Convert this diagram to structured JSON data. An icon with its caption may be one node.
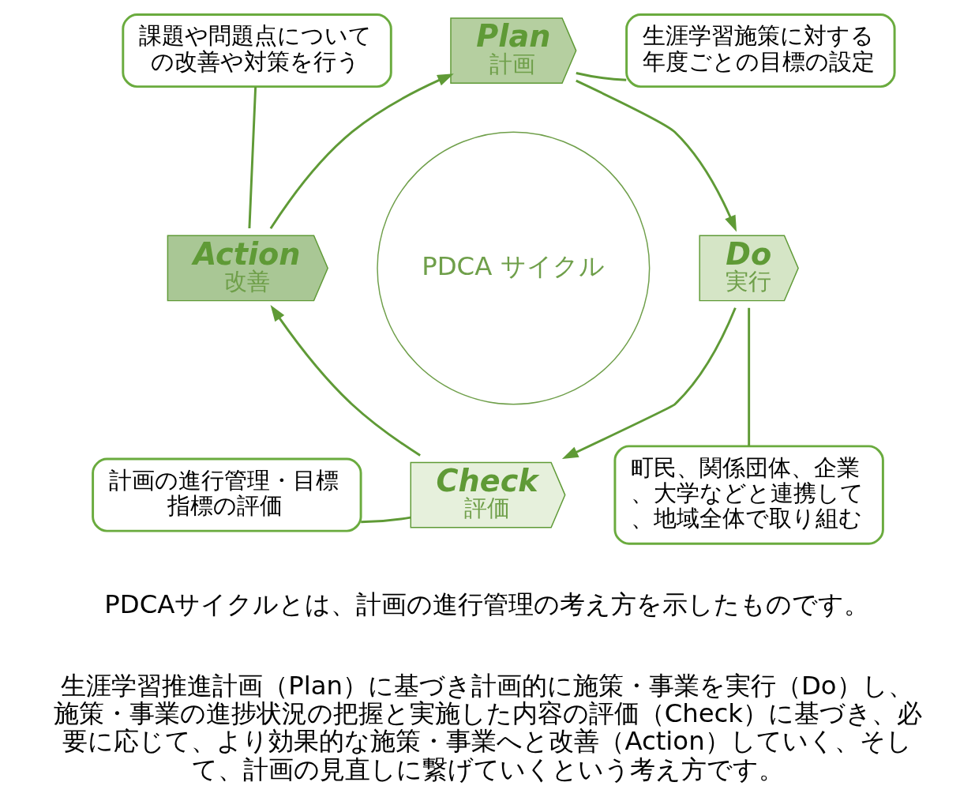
{
  "diagram": {
    "nodes": [
      {
        "text": [
          "課題や問題点についての改善や対策を行う"
        ]
      },
      {
        "text": [
          "生涯学習施策に対する年度ごとの目標の設定"
        ]
      },
      {
        "text": [
          "Plan",
          "計画"
        ]
      },
      {
        "text": [
          "Action",
          "改善"
        ]
      },
      {
        "text": [
          "PDCA サイクル"
        ]
      },
      {
        "text": [
          "Do",
          "実行"
        ]
      },
      {
        "text": [
          "町民、関係団体、企業、大学などと連携して、地域全体で取り組む"
        ]
      },
      {
        "text": [
          "Check",
          "評価"
        ]
      },
      {
        "text": [
          "計画の進行管理・目標指標の評価"
        ]
      }
    ],
    "edges": [
      {
        "from": 2,
        "to": 5,
        "arrow": "to"
      },
      {
        "from": 5,
        "to": 7,
        "arrow": "to"
      },
      {
        "from": 7,
        "to": 3,
        "arrow": "to"
      },
      {
        "from": 3,
        "to": 2,
        "arrow": "to"
      },
      {
        "from": 0,
        "to": 3,
        "arrow": "none"
      },
      {
        "from": 1,
        "to": 2,
        "arrow": "none"
      },
      {
        "from": 6,
        "to": 5,
        "arrow": "none"
      },
      {
        "from": 8,
        "to": 7,
        "arrow": "none"
      }
    ],
    "labels": [
      "PDCAサイクルとは、計画の進行管理の考え方を示したものです。",
      "生涯学習推進計画（Plan）に基づき計画的に施策・事業を実行（Do）し、施策・事業の進捗状況の把握と実施した内容の評価（Check）に基づき、必要に応じて、より効果的な施策・事業へと改善（Action）していく、そして、計画の見直しに繋げていくという考え方です。"
    ]
  }
}
